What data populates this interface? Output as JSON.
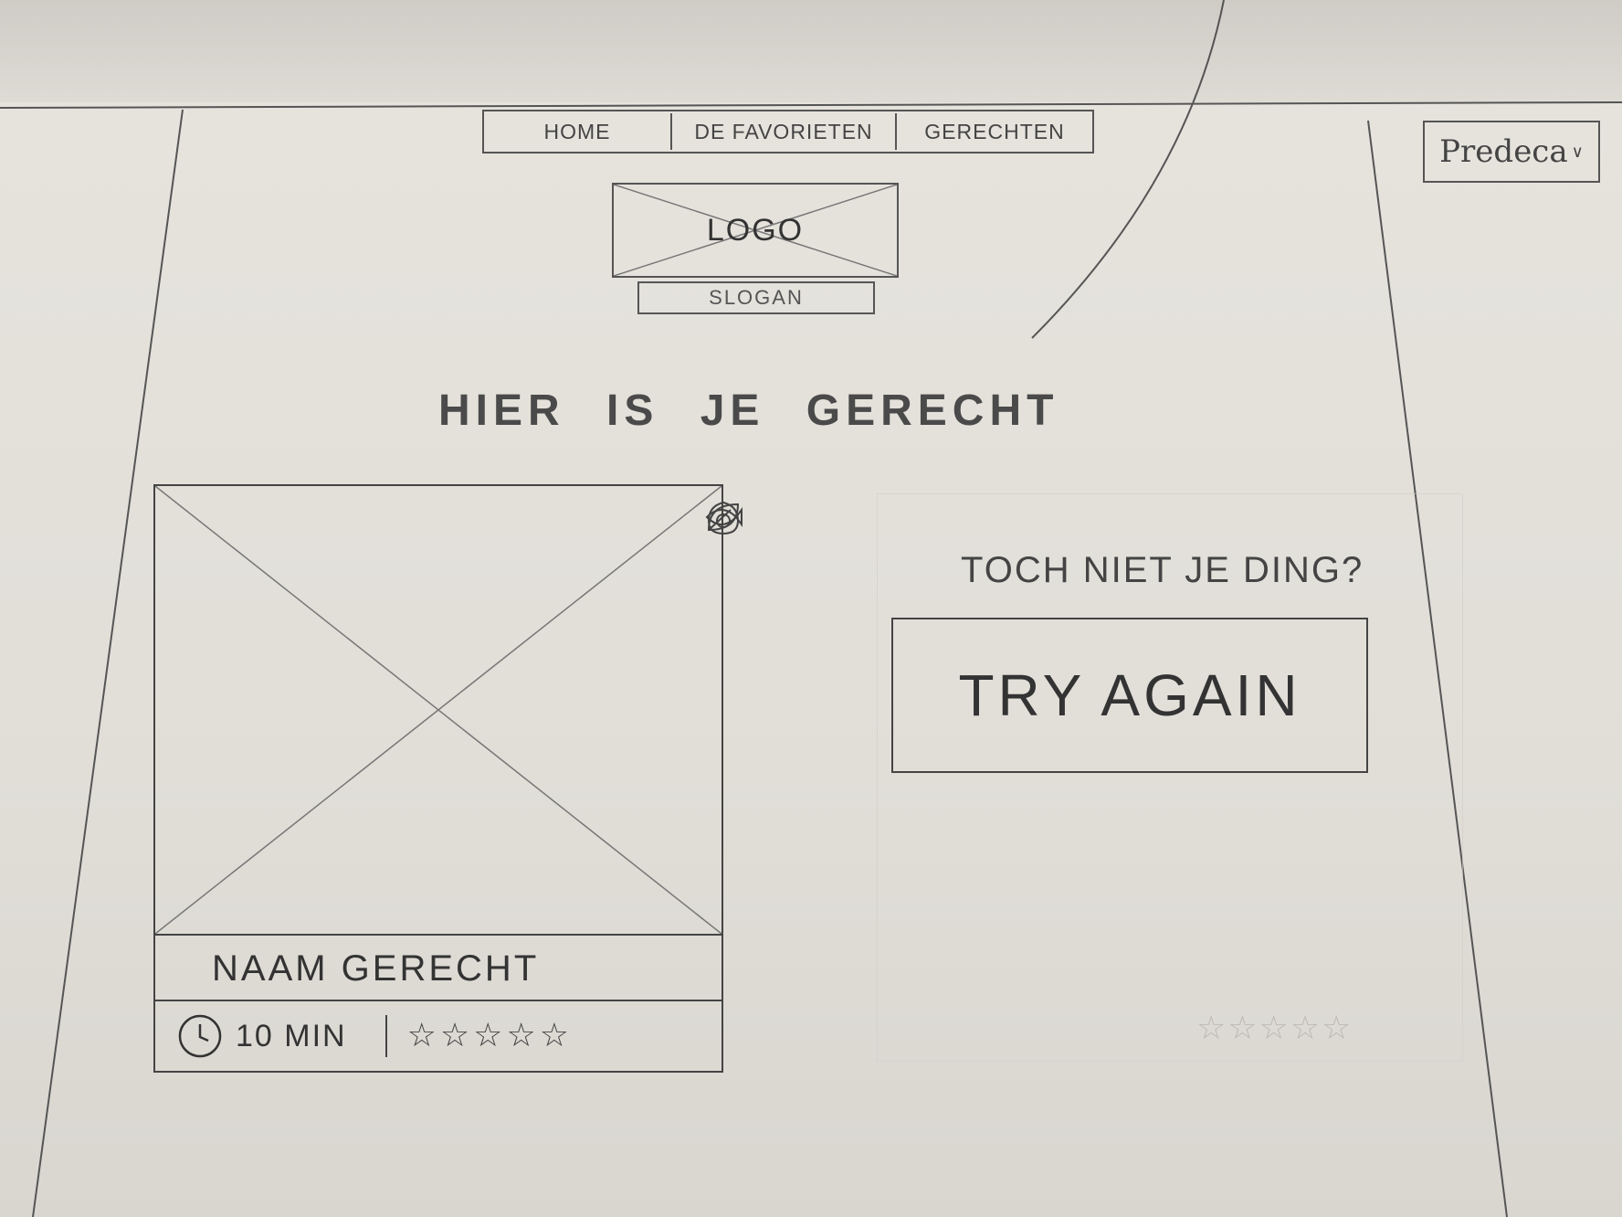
{
  "nav": {
    "items": [
      {
        "label": "HOME"
      },
      {
        "label": "DE FAVORIETEN"
      },
      {
        "label": "GERECHTEN"
      }
    ]
  },
  "language": {
    "label": "Predeca",
    "icon": "chevron-down-icon"
  },
  "brand": {
    "logo_label": "LOGO",
    "slogan": "SLOGAN"
  },
  "headline": "HIER IS JE GERECHT",
  "recipe_card": {
    "name": "NAAM GERECHT",
    "duration": "10 MIN",
    "rating": {
      "value": 0,
      "max": 5
    },
    "diet_icons": [
      "fish-icon",
      "avocado-icon",
      "leaf-icon"
    ],
    "time_icon": "clock-icon"
  },
  "retry": {
    "prompt": "TOCH NIET JE DING?",
    "button_label": "TRY AGAIN"
  }
}
